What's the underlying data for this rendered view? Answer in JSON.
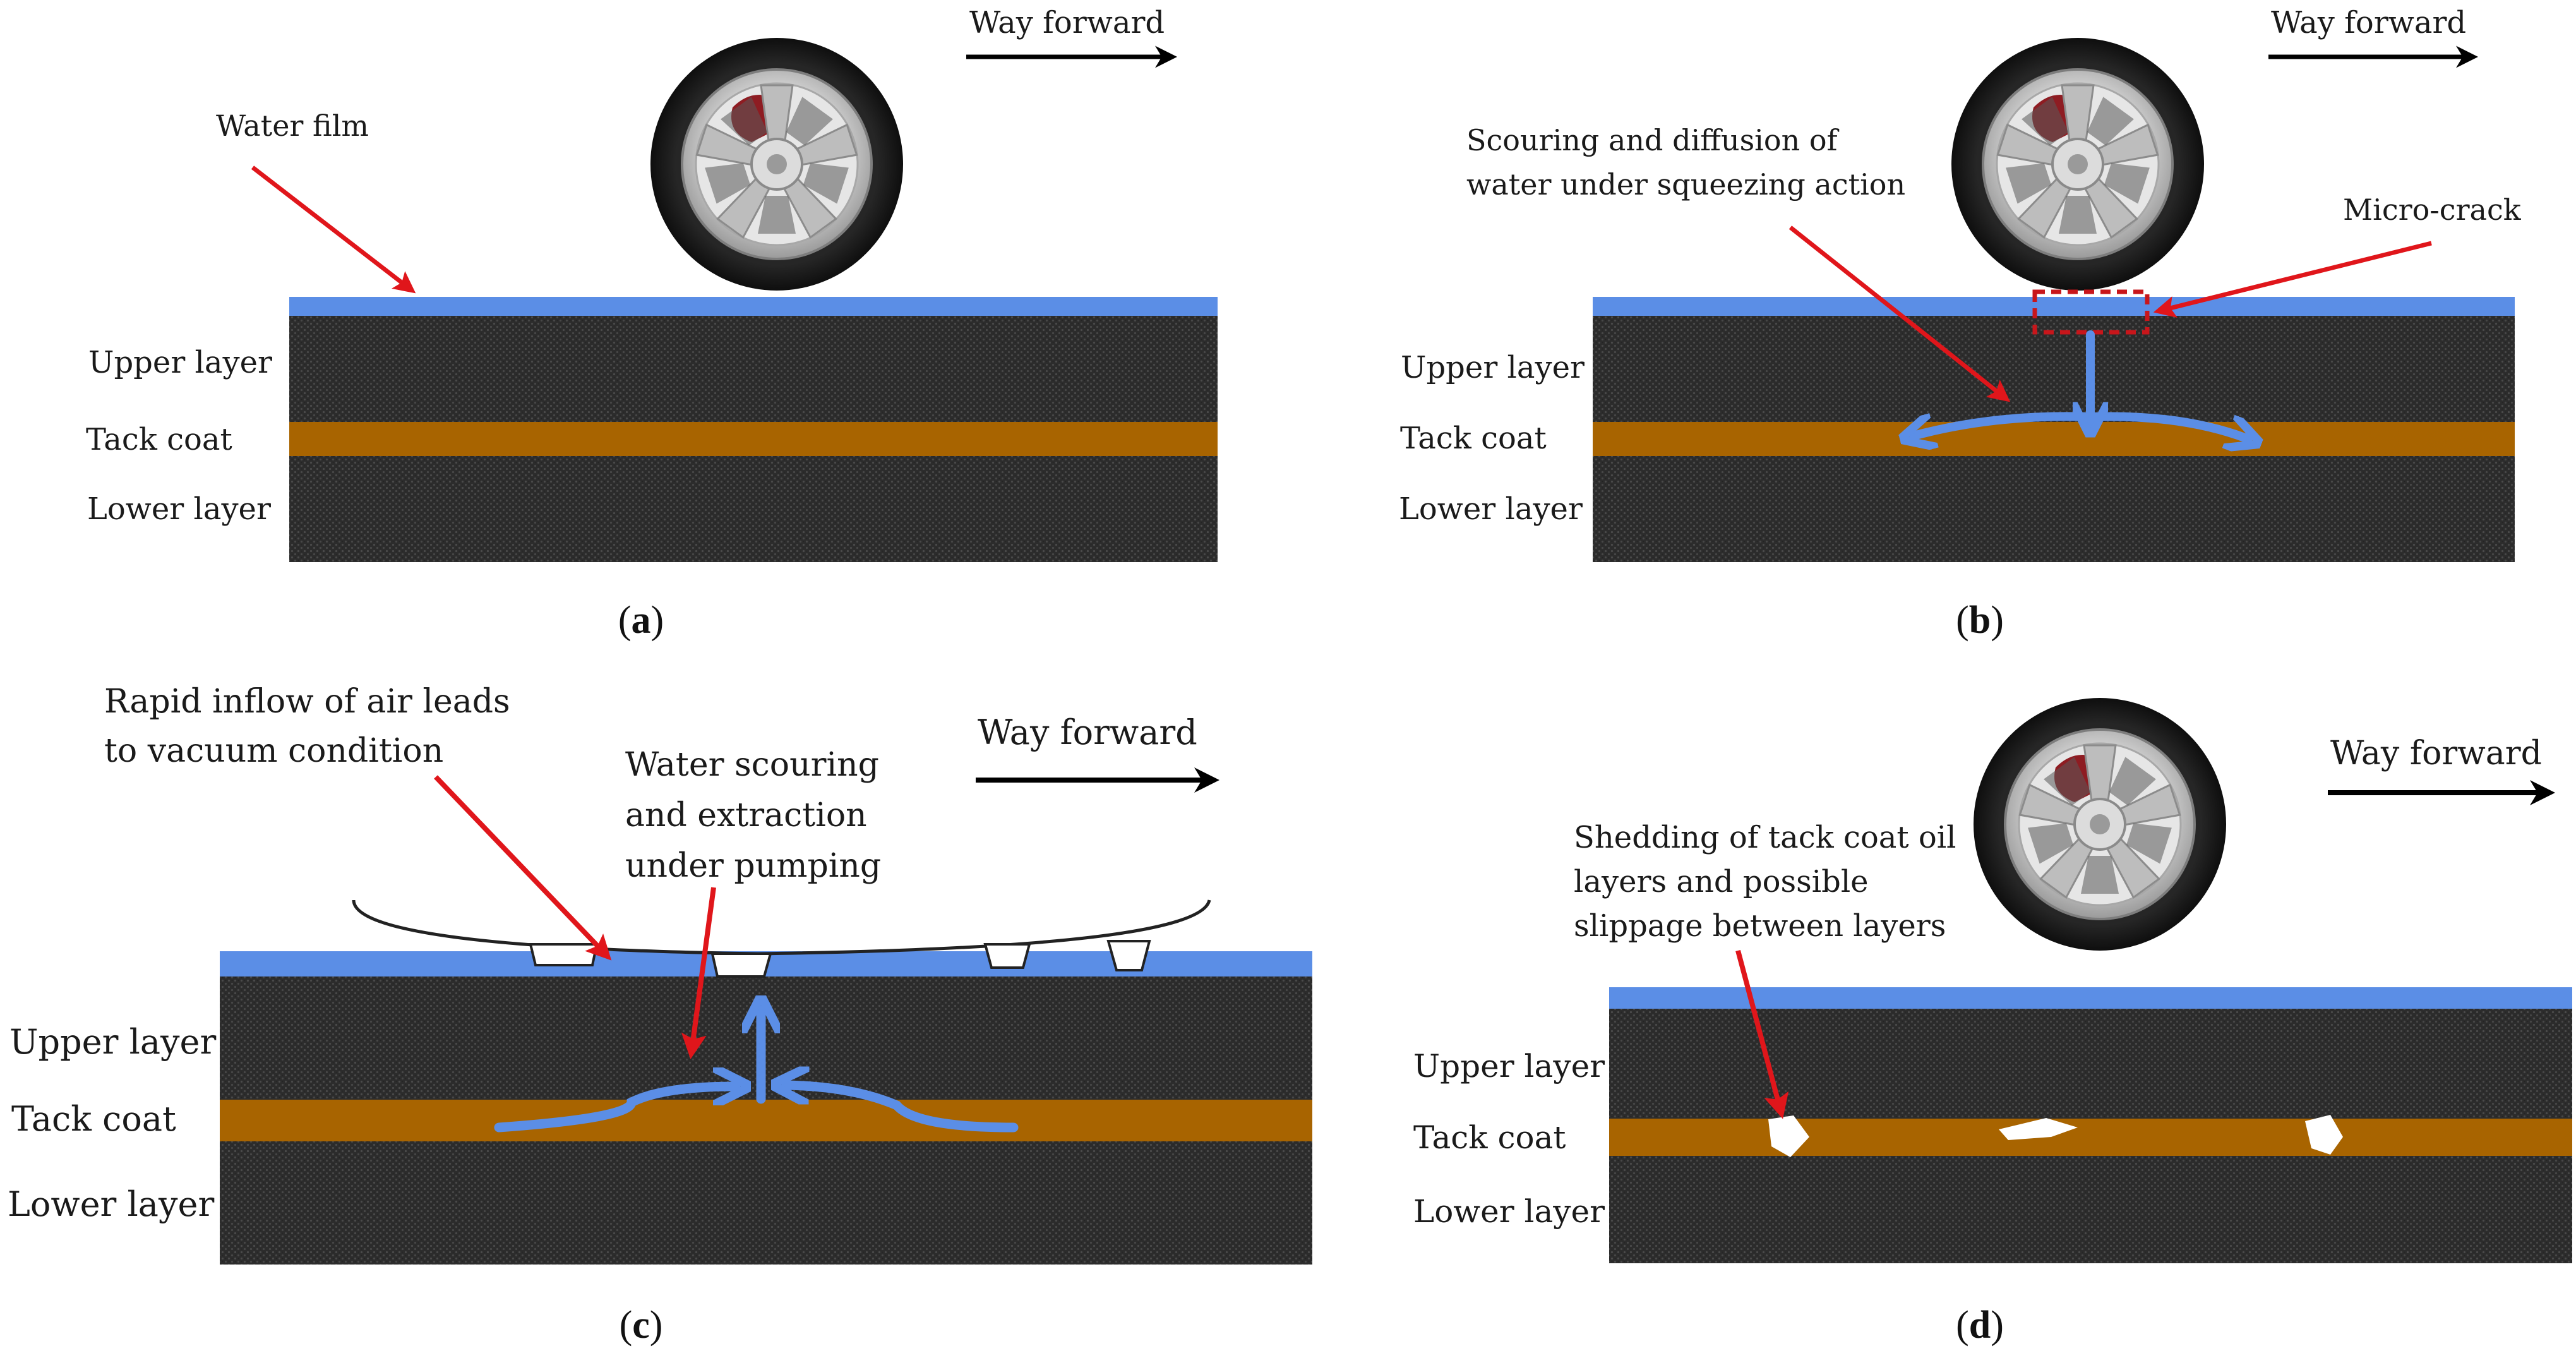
{
  "colors": {
    "water": "#5b8ee6",
    "asphalt": "#2f2f2f",
    "tack_coat": "#a86400",
    "red_arrow": "#e0161b",
    "blue_arrow": "#5b8ee6",
    "tire": "#1e1e1e",
    "rim": "#cfcfcf",
    "caliper": "#8e1c22"
  },
  "panels": {
    "a": {
      "caption": "(a)",
      "caption_letter": "a",
      "way_forward": "Way forward",
      "water_film": "Water film",
      "upper_layer": "Upper layer",
      "tack_coat": "Tack coat",
      "lower_layer": "Lower layer",
      "icons": [
        "wheel-icon",
        "arrow-right-icon"
      ]
    },
    "b": {
      "caption": "(b)",
      "caption_letter": "b",
      "way_forward": "Way forward",
      "scouring_line1": "Scouring and diffusion of",
      "scouring_line2": "water under squeezing action",
      "micro_crack": "Micro-crack",
      "upper_layer": "Upper layer",
      "tack_coat": "Tack coat",
      "lower_layer": "Lower layer",
      "icons": [
        "wheel-icon",
        "arrow-right-icon"
      ]
    },
    "c": {
      "caption": "(c)",
      "caption_letter": "c",
      "way_forward": "Way forward",
      "air_line1": "Rapid inflow of air leads",
      "air_line2": "to vacuum condition",
      "water_line1": "Water scouring",
      "water_line2": "and extraction",
      "water_line3": "under pumping",
      "upper_layer": "Upper layer",
      "tack_coat": "Tack coat",
      "lower_layer": "Lower layer",
      "icons": [
        "arrow-right-icon"
      ]
    },
    "d": {
      "caption": "(d)",
      "caption_letter": "d",
      "way_forward": "Way forward",
      "shed_line1": "Shedding of tack coat oil",
      "shed_line2": "layers and possible",
      "shed_line3": "slippage between layers",
      "upper_layer": "Upper layer",
      "tack_coat": "Tack coat",
      "lower_layer": "Lower layer",
      "icons": [
        "wheel-icon",
        "arrow-right-icon"
      ]
    }
  }
}
